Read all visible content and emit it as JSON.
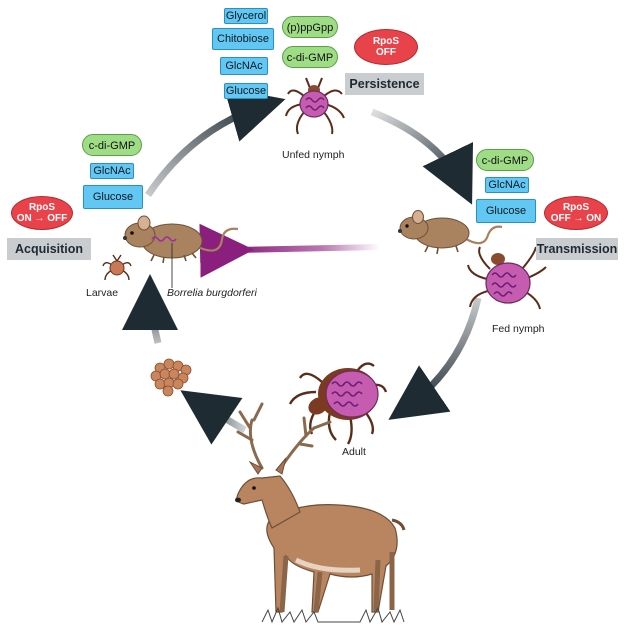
{
  "stages": {
    "acquisition": "Acquisition",
    "persistence": "Persistence",
    "transmission": "Transmission"
  },
  "captions": {
    "unfed_nymph": "Unfed nymph",
    "fed_nymph": "Fed nymph",
    "adult": "Adult",
    "larvae": "Larvae",
    "borrelia": "Borrelia burgdorferi"
  },
  "persistence_signals": {
    "boxes": [
      "Glycerol",
      "Chitobiose",
      "GlcNAc",
      "Glucose"
    ],
    "pills": [
      "(p)ppGpp",
      "c-di-GMP"
    ],
    "rpos": {
      "line1": "RpoS",
      "line2": "OFF"
    }
  },
  "acquisition_signals": {
    "pill": "c-di-GMP",
    "boxes": [
      "GlcNAc",
      "Glucose"
    ],
    "rpos": {
      "line1": "RpoS",
      "line2": "ON → OFF"
    }
  },
  "transmission_signals": {
    "pill": "c-di-GMP",
    "boxes": [
      "GlcNAc",
      "Glucose"
    ],
    "rpos": {
      "line1": "RpoS",
      "line2": "OFF → ON"
    }
  },
  "colors": {
    "arrow": "#1f2b33",
    "transfer_arrow": "#8a1f7d",
    "spirochete": "#9b2fa0",
    "tick_body": "#8a4a2e",
    "tick_abdomen": "#c55cb0",
    "mouse": "#a9825f",
    "deer": "#b98560"
  }
}
